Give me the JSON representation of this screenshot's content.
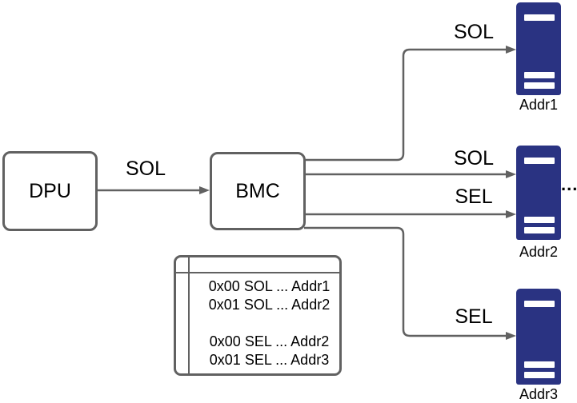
{
  "nodes": {
    "dpu": {
      "label": "DPU"
    },
    "bmc": {
      "label": "BMC"
    }
  },
  "edges": {
    "dpu_to_bmc": {
      "label": "SOL"
    },
    "bmc_to_addr1": {
      "label": "SOL"
    },
    "bmc_to_addr2_sol": {
      "label": "SOL"
    },
    "bmc_to_addr2_sel": {
      "label": "SEL"
    },
    "bmc_to_addr3": {
      "label": "SEL"
    }
  },
  "servers": [
    {
      "label": "Addr1"
    },
    {
      "label": "Addr2"
    },
    {
      "label": "Addr3"
    }
  ],
  "ellipsis": "...",
  "mapping_table": {
    "rows": [
      "0x00 SOL ... Addr1",
      "0x01 SOL ... Addr2",
      "",
      "0x00 SEL ... Addr2",
      "0x01 SEL ... Addr3"
    ]
  },
  "colors": {
    "server_fill": "#2a3382",
    "connector_stroke": "#616161",
    "text": "#000000"
  }
}
